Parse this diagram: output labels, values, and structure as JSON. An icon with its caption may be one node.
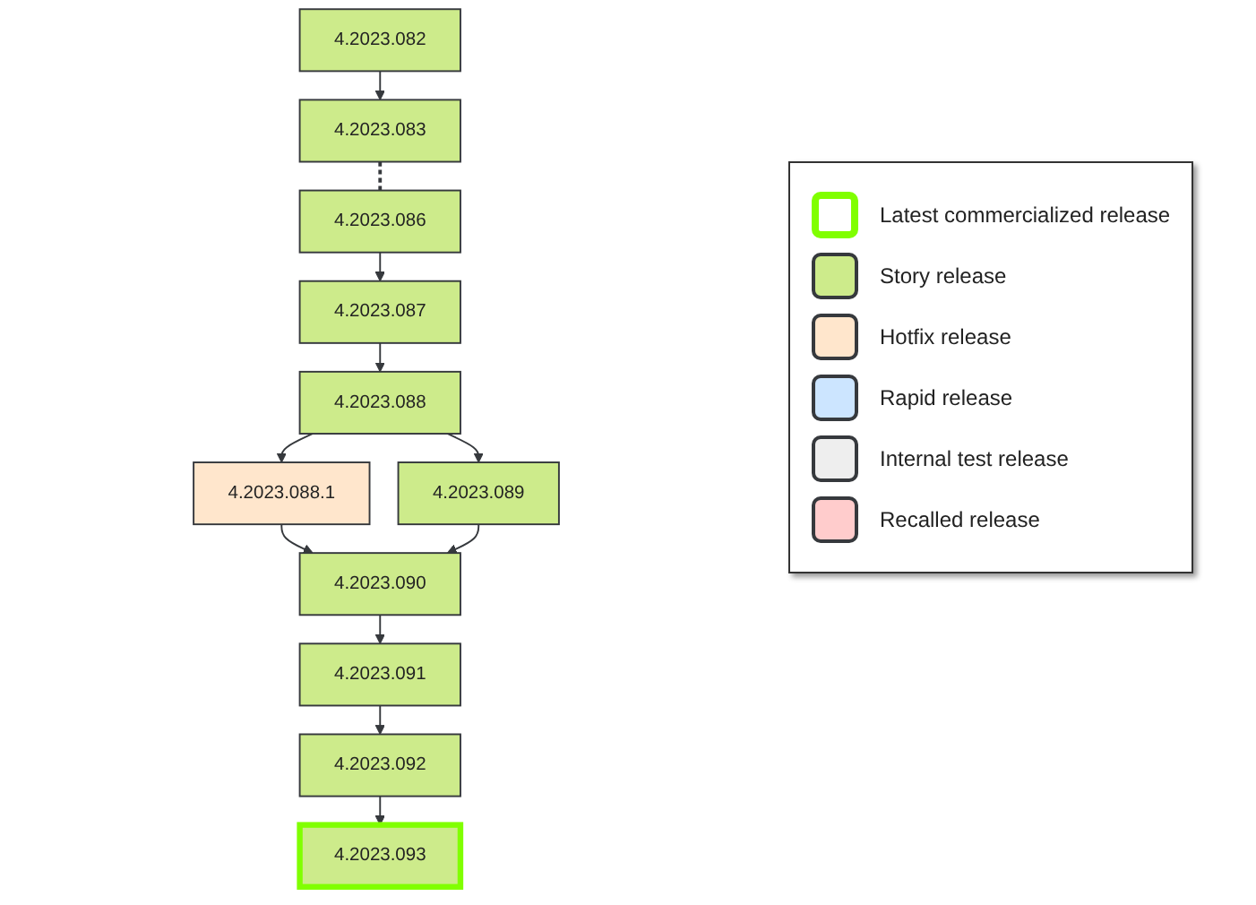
{
  "diagram": {
    "nodes": [
      {
        "text": [
          "4.2023.082"
        ]
      },
      {
        "text": [
          "4.2023.083"
        ]
      },
      {
        "text": [
          "4.2023.086"
        ]
      },
      {
        "text": [
          "4.2023.087"
        ]
      },
      {
        "text": [
          "4.2023.088"
        ]
      },
      {
        "text": [
          "4.2023.088.1"
        ]
      },
      {
        "text": [
          "4.2023.089"
        ]
      },
      {
        "text": [
          "4.2023.090"
        ]
      },
      {
        "text": [
          "4.2023.091"
        ]
      },
      {
        "text": [
          "4.2023.092"
        ]
      },
      {
        "text": [
          "4.2023.093"
        ]
      }
    ],
    "edges": [
      {
        "from": 0,
        "to": 1,
        "arrow": "to"
      },
      {
        "from": 1,
        "to": 2,
        "arrow": "none",
        "style": "dashed"
      },
      {
        "from": 2,
        "to": 3,
        "arrow": "to"
      },
      {
        "from": 3,
        "to": 4,
        "arrow": "to"
      },
      {
        "from": 4,
        "to": 5,
        "arrow": "to"
      },
      {
        "from": 4,
        "to": 6,
        "arrow": "to"
      },
      {
        "from": 5,
        "to": 7,
        "arrow": "to"
      },
      {
        "from": 6,
        "to": 7,
        "arrow": "to"
      },
      {
        "from": 7,
        "to": 8,
        "arrow": "to"
      },
      {
        "from": 8,
        "to": 9,
        "arrow": "to"
      },
      {
        "from": 9,
        "to": 10,
        "arrow": "to"
      }
    ],
    "legend": [
      {
        "text": "Latest commercialized release"
      },
      {
        "text": "Story release",
        "color": "#cdeb8b"
      },
      {
        "text": "Hotfix release",
        "color": "#ffe6cc"
      },
      {
        "text": "Rapid release",
        "color": "#cce5ff"
      },
      {
        "text": "Internal test release",
        "color": "#eeeeee"
      },
      {
        "text": "Recalled release",
        "color": "#ffcccc"
      }
    ]
  }
}
